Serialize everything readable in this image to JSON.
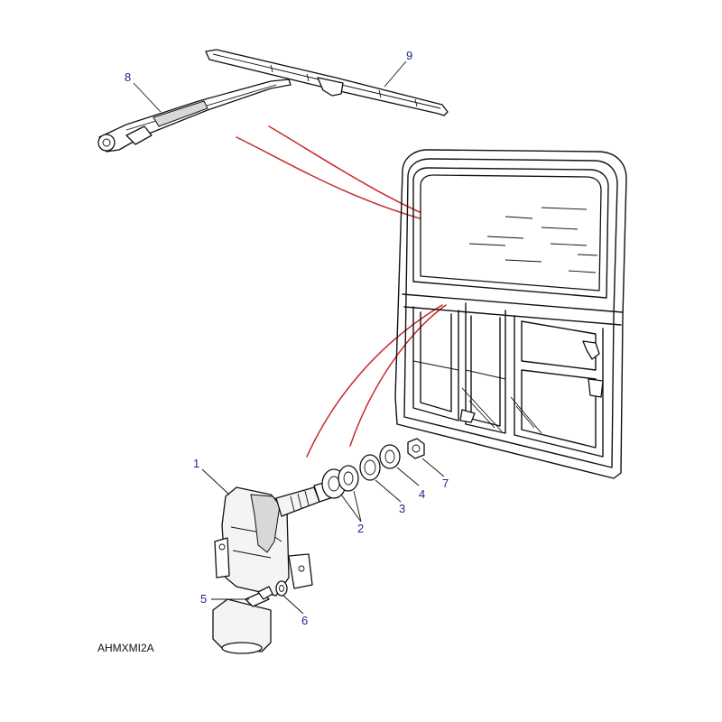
{
  "diagram_code": "AHMXMI2A",
  "callouts": {
    "c1": "1",
    "c2": "2",
    "c3": "3",
    "c4": "4",
    "c5": "5",
    "c6": "6",
    "c7": "7",
    "c8": "8",
    "c9": "9"
  },
  "colors": {
    "callout_text": "#1d2a8a",
    "guide_lines": "#c8282a",
    "outline": "#111111"
  }
}
